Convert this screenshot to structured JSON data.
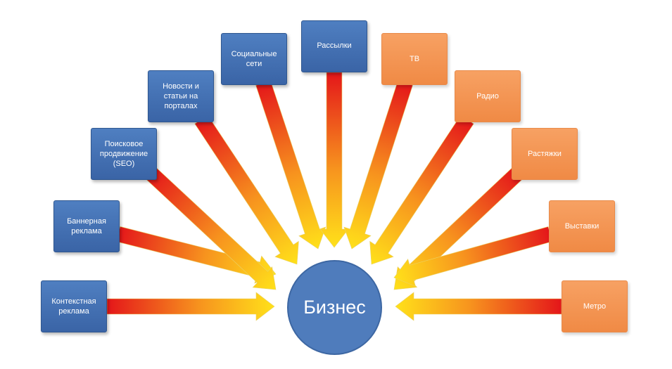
{
  "hub": {
    "label": "Бизнес",
    "color": "#4f7cbc"
  },
  "colors": {
    "online": "#3f6db1",
    "offline": "#f39153",
    "arrow_outer": "#e4161a",
    "arrow_inner": "#ffe11a"
  },
  "channels": [
    {
      "id": "kontekst",
      "label": "Контекстная\nреклама",
      "group": "online"
    },
    {
      "id": "banner",
      "label": "Баннерная\nреклама",
      "group": "online"
    },
    {
      "id": "seo",
      "label": "Поисковое\nпродвижение\n(SEO)",
      "group": "online"
    },
    {
      "id": "news",
      "label": "Новости и\nстатьи на\nпорталах",
      "group": "online"
    },
    {
      "id": "social",
      "label": "Социальные\nсети",
      "group": "online"
    },
    {
      "id": "mail",
      "label": "Рассылки",
      "group": "online"
    },
    {
      "id": "tv",
      "label": "ТВ",
      "group": "offline"
    },
    {
      "id": "radio",
      "label": "Радио",
      "group": "offline"
    },
    {
      "id": "rastyazhki",
      "label": "Растяжки",
      "group": "offline"
    },
    {
      "id": "vystavki",
      "label": "Выставки",
      "group": "offline"
    },
    {
      "id": "metro",
      "label": "Метро",
      "group": "offline"
    }
  ]
}
